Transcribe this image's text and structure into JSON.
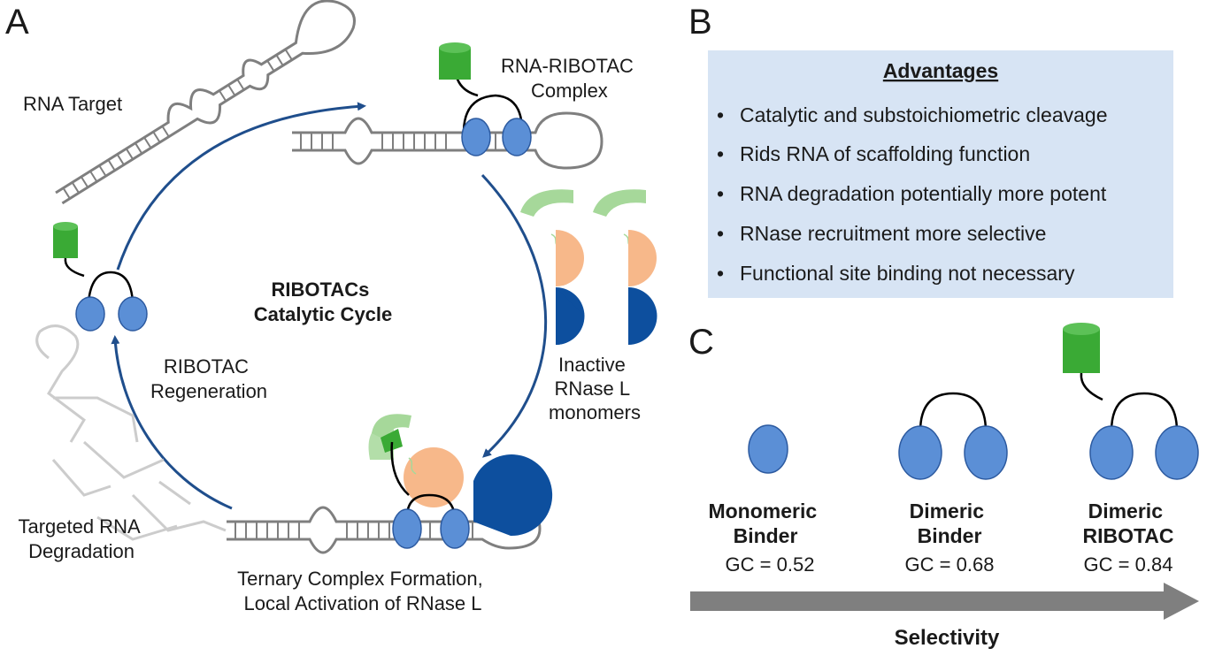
{
  "panels": {
    "a": "A",
    "b": "B",
    "c": "C"
  },
  "panel_a": {
    "rna_target": "RNA Target",
    "complex": [
      "RNA-RIBOTAC",
      "Complex"
    ],
    "cycle_title": [
      "RIBOTACs",
      "Catalytic Cycle"
    ],
    "inactive": [
      "Inactive",
      "RNase L",
      "monomers"
    ],
    "regeneration": [
      "RIBOTAC",
      "Regeneration"
    ],
    "degradation": [
      "Targeted RNA",
      "Degradation"
    ],
    "ternary": [
      "Ternary Complex Formation,",
      "Local Activation of RNase L"
    ]
  },
  "panel_b": {
    "heading": "Advantages",
    "items": [
      "Catalytic and substoichiometric cleavage",
      "Rids RNA of scaffolding function",
      "RNA degradation potentially more potent",
      "RNase recruitment more selective",
      "Functional site binding not necessary"
    ]
  },
  "panel_c": {
    "binders": [
      {
        "name": [
          "Monomeric",
          "Binder"
        ],
        "gc": "GC = 0.52"
      },
      {
        "name": [
          "Dimeric",
          "Binder"
        ],
        "gc": "GC = 0.68"
      },
      {
        "name": [
          "Dimeric",
          "RIBOTAC"
        ],
        "gc": "GC = 0.84"
      }
    ],
    "axis_label": "Selectivity"
  },
  "colors": {
    "binder_blue": "#5b8fd6",
    "ligand_green": "#3aaa35",
    "arrow_navy": "#1f4e8c",
    "rnase_peach": "#f7b88a",
    "rnase_dark_blue": "#0d4f9e",
    "rnase_light_green": "#a6d89a",
    "box_blue": "#d7e4f4",
    "rna_gray": "#7f7f7f"
  }
}
